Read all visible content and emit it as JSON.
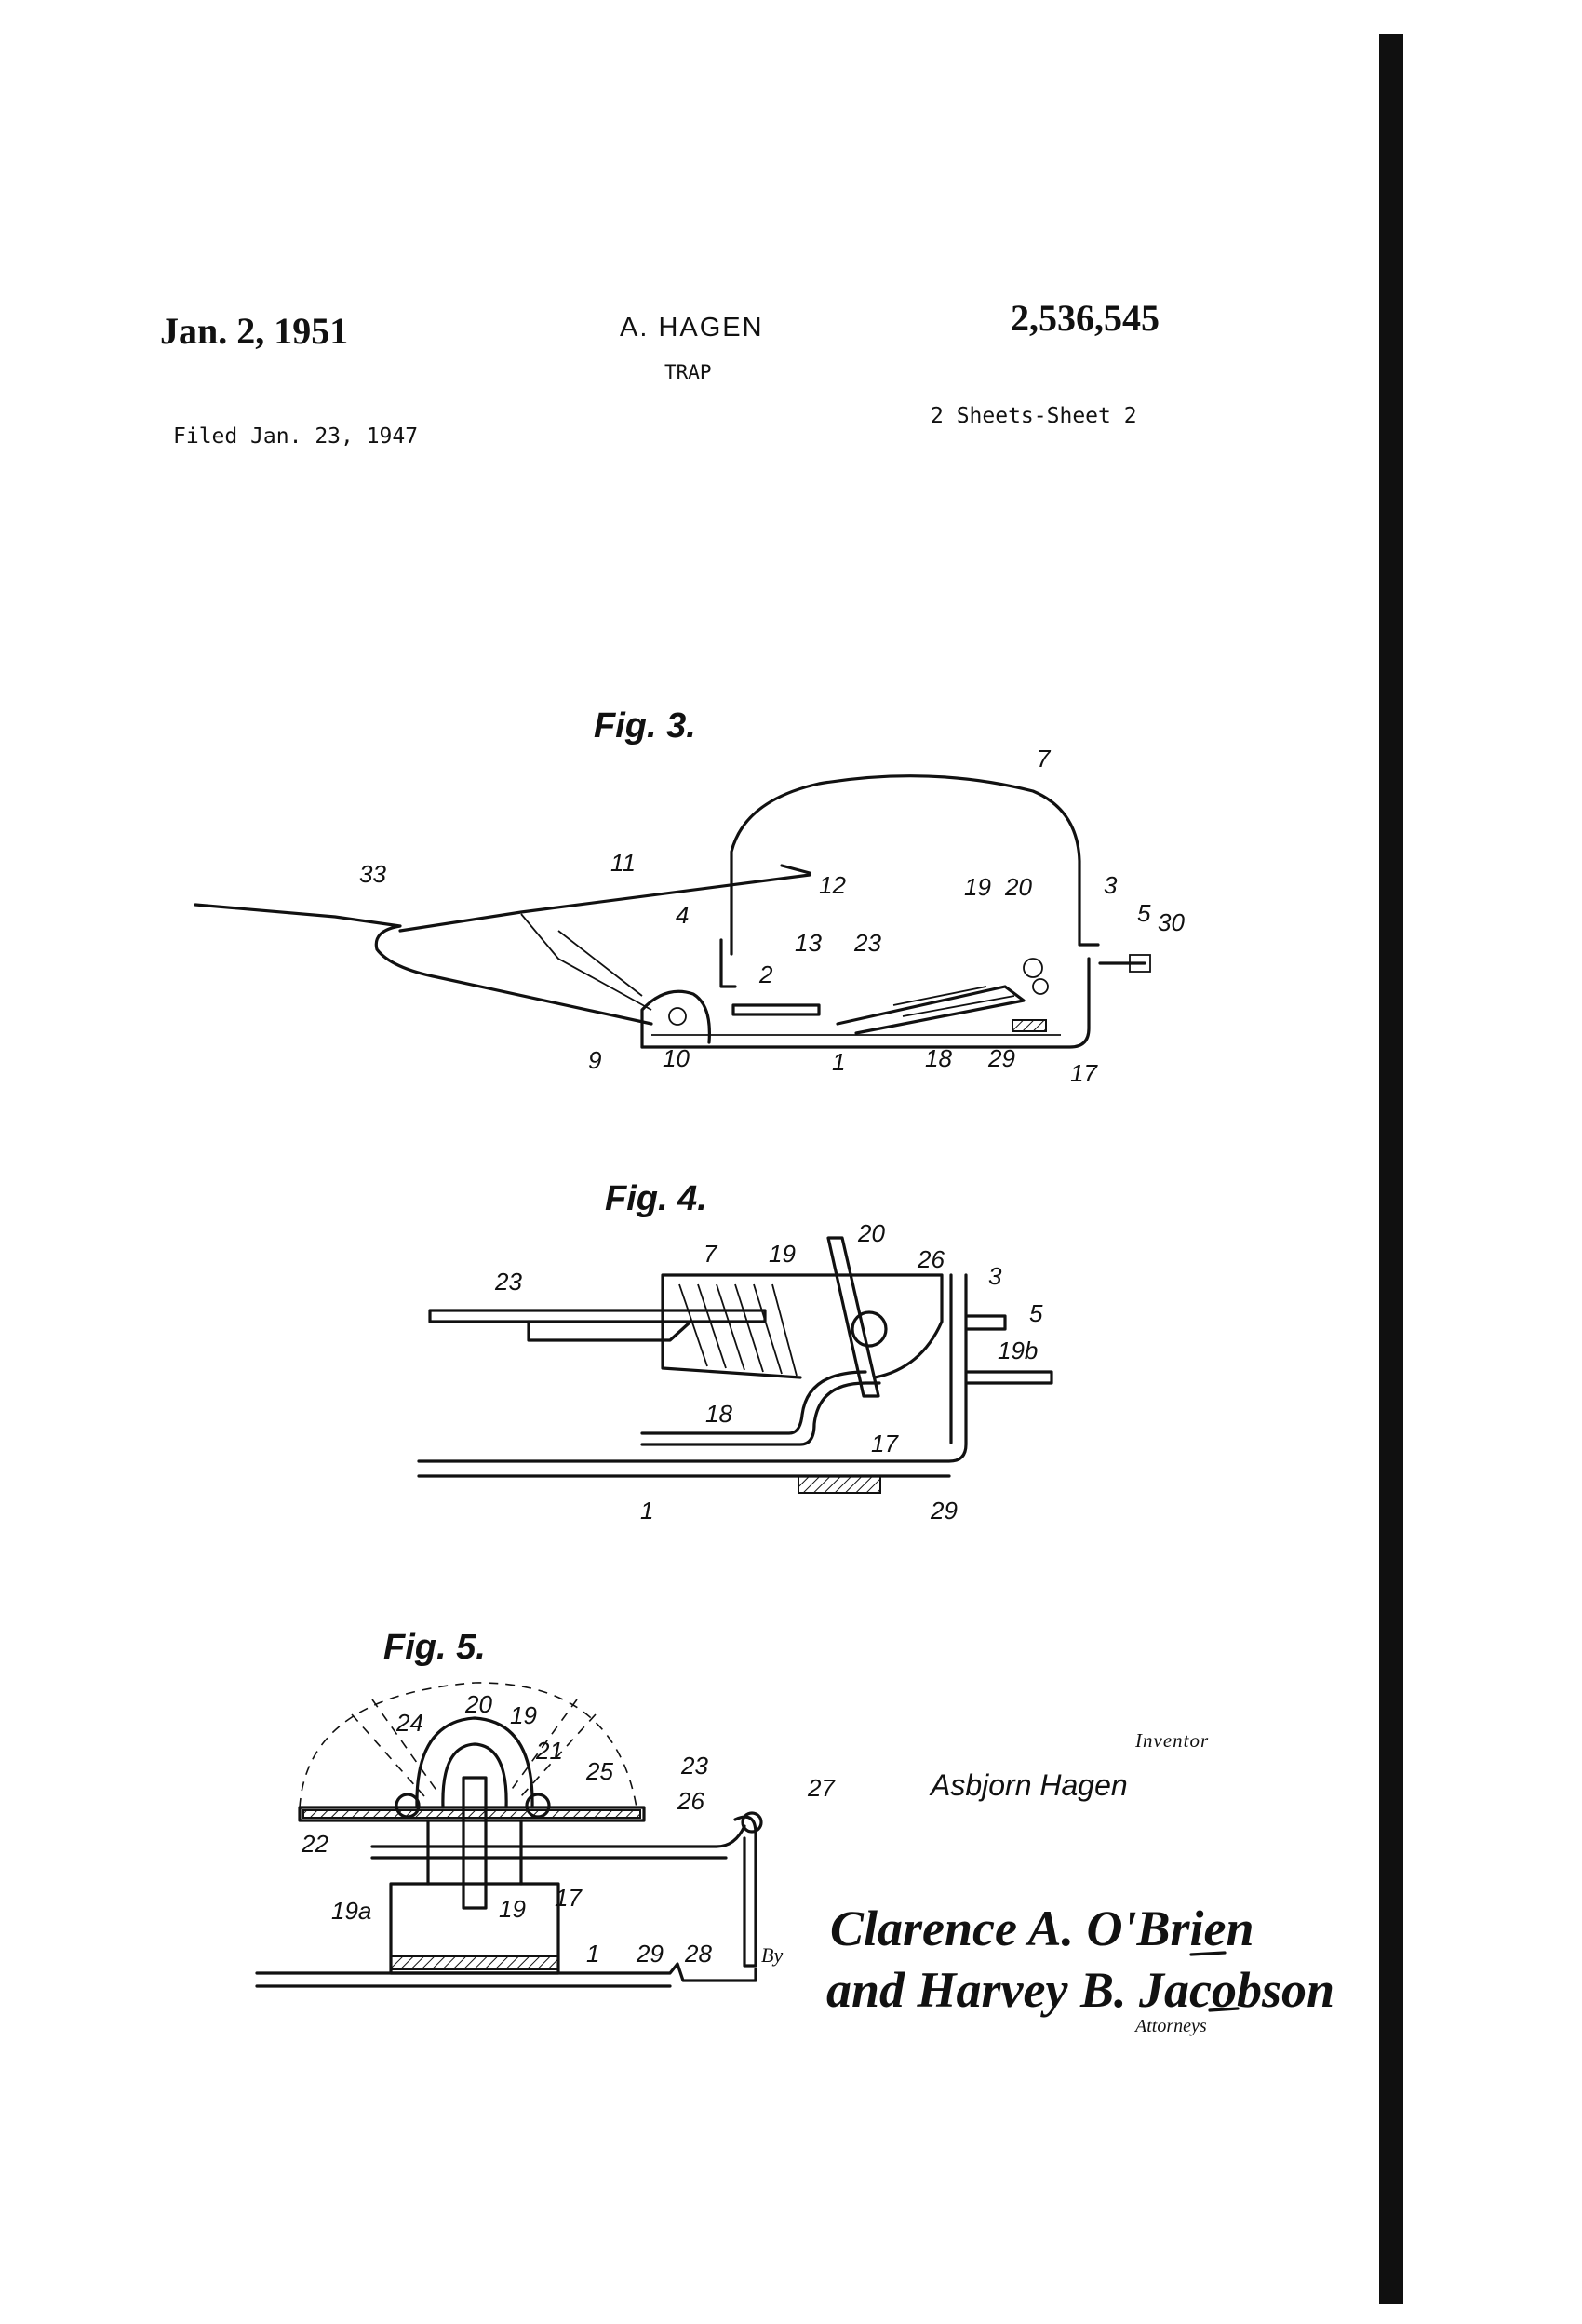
{
  "header": {
    "date": "Jan. 2, 1951",
    "inventor": "A. HAGEN",
    "title": "TRAP",
    "patent_number": "2,536,545",
    "filed": "Filed Jan. 23, 1947",
    "sheets": "2 Sheets-Sheet 2"
  },
  "figures": {
    "fig3": {
      "title": "Fig. 3.",
      "refs": [
        "33",
        "11",
        "12",
        "7",
        "19",
        "20",
        "3",
        "5",
        "30",
        "4",
        "13",
        "23",
        "2",
        "9",
        "10",
        "1",
        "18",
        "29",
        "17"
      ]
    },
    "fig4": {
      "title": "Fig. 4.",
      "refs": [
        "20",
        "7",
        "19",
        "26",
        "3",
        "23",
        "5",
        "19b",
        "18",
        "17",
        "1",
        "29"
      ]
    },
    "fig5": {
      "title": "Fig. 5.",
      "refs": [
        "20",
        "19",
        "24",
        "21",
        "25",
        "23",
        "22",
        "26",
        "27",
        "19a",
        "19",
        "17",
        "1",
        "29",
        "28"
      ]
    }
  },
  "footer": {
    "inventor_label": "Inventor",
    "inventor_name": "Asbjorn Hagen",
    "by_label": "By",
    "signature_line1": "Clarence A. O'Brien",
    "signature_line2": "and Harvey B. Jacobson",
    "attorneys_label": "Attorneys"
  },
  "colors": {
    "ink": "#111111",
    "paper": "#ffffff",
    "edge_bar": "#101010"
  }
}
